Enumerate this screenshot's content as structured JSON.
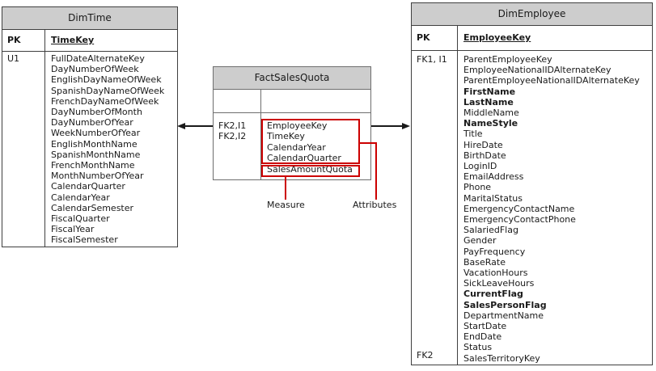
{
  "tables": {
    "dim_time": {
      "title": "DimTime",
      "pk": {
        "label": "PK",
        "field": "TimeKey"
      },
      "keys": [
        "U1"
      ],
      "attributes": [
        "FullDateAlternateKey",
        "DayNumberOfWeek",
        "EnglishDayNameOfWeek",
        "SpanishDayNameOfWeek",
        "FrenchDayNameOfWeek",
        "DayNumberOfMonth",
        "DayNumberOfYear",
        "WeekNumberOfYear",
        "EnglishMonthName",
        "SpanishMonthName",
        "FrenchMonthName",
        "MonthNumberOfYear",
        "CalendarQuarter",
        "CalendarYear",
        "CalendarSemester",
        "FiscalQuarter",
        "FiscalYear",
        "FiscalSemester"
      ]
    },
    "fact_sales_quota": {
      "title": "FactSalesQuota",
      "keys": [
        "FK2,I1",
        "FK2,I2"
      ],
      "attributes": [
        "EmployeeKey",
        "TimeKey",
        "CalendarYear",
        "CalendarQuarter",
        "SalesAmountQuota"
      ]
    },
    "dim_employee": {
      "title": "DimEmployee",
      "pk": {
        "label": "PK",
        "field": "EmployeeKey"
      },
      "keys_top": "FK1, I1",
      "keys_bottom": "FK2",
      "attributes": [
        "ParentEmployeeKey",
        "EmployeeNationalIDAlternateKey",
        "ParentEmployeeNationalIDAlternateKey",
        {
          "text": "FirstName",
          "bold": true
        },
        {
          "text": "LastName",
          "bold": true
        },
        "MiddleName",
        {
          "text": "NameStyle",
          "bold": true
        },
        "Title",
        "HireDate",
        "BirthDate",
        "LoginID",
        "EmailAddress",
        "Phone",
        "MaritalStatus",
        "EmergencyContactName",
        "EmergencyContactPhone",
        "SalariedFlag",
        "Gender",
        "PayFrequency",
        "BaseRate",
        "VacationHours",
        "SickLeaveHours",
        {
          "text": "CurrentFlag",
          "bold": true
        },
        {
          "text": "SalesPersonFlag",
          "bold": true
        },
        "DepartmentName",
        "StartDate",
        "EndDate",
        "Status",
        "SalesTerritoryKey"
      ]
    }
  },
  "annotations": {
    "measure_label": "Measure",
    "attributes_label": "Attributes"
  },
  "colors": {
    "highlight_red": "#cc0000",
    "header_fill": "#cdcdcd",
    "dim_table_border": "#3f3f3f",
    "fact_table_border": "#6e6e6e"
  }
}
